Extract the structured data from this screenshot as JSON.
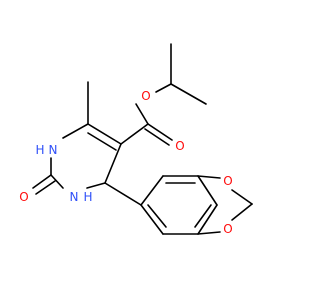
{
  "colors": {
    "bond": "#000000",
    "carbon": "#000000",
    "nitrogen": "#3050F8",
    "oxygen": "#FF0D0D",
    "background": "#FFFFFF"
  },
  "atoms": {
    "ester_o_single": "O",
    "ester_o_double": "O",
    "n1": "N",
    "h1": "H",
    "n3": "N",
    "h3": "H",
    "urea_o": "O",
    "dioxole_o_top": "O",
    "dioxole_o_bottom": "O"
  }
}
